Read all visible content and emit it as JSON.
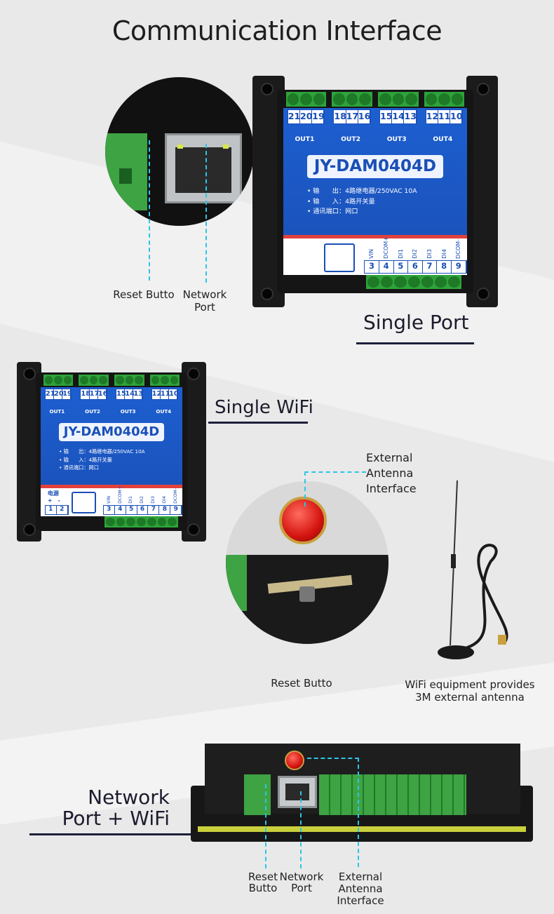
{
  "title": "Communication Interface",
  "device": {
    "relay_numbers": [
      [
        "21",
        "20",
        "19"
      ],
      [
        "18",
        "17",
        "16"
      ],
      [
        "15",
        "14",
        "13"
      ],
      [
        "12",
        "11",
        "10"
      ]
    ],
    "outputs": [
      "OUT1",
      "OUT2",
      "OUT3",
      "OUT4"
    ],
    "model": "JY-DAM0404D",
    "specs": [
      "• 输　　出：4路继电器/250VAC 10A",
      "• 输　　入：4路开关量",
      "• 通讯端口：网口"
    ],
    "power_label": "电源",
    "power_pins": [
      "+",
      "-"
    ],
    "power_nums": [
      "1",
      "2"
    ],
    "input_labels": [
      "VIN",
      "DCOM+",
      "DI1",
      "DI2",
      "DI3",
      "DI4",
      "DCOM-"
    ],
    "input_nums": [
      "3",
      "4",
      "5",
      "6",
      "7",
      "8",
      "9"
    ]
  },
  "section1": {
    "reset": "Reset Butto",
    "network": "Network\nPort",
    "name": "Single Port"
  },
  "section2": {
    "name": "Single WiFi",
    "antenna": "External\nAntenna\nInterface",
    "reset": "Reset Butto",
    "note": "WiFi equipment provides\n3M external antenna"
  },
  "section3": {
    "name": "Network\nPort + WiFi",
    "reset": "Reset\nButto",
    "network": "Network\nPort",
    "antenna": "External\nAntenna\nInterface"
  },
  "colors": {
    "accent": "#2ec4e8",
    "panel": "#1a4fb6",
    "terminal": "#2ea33a"
  }
}
